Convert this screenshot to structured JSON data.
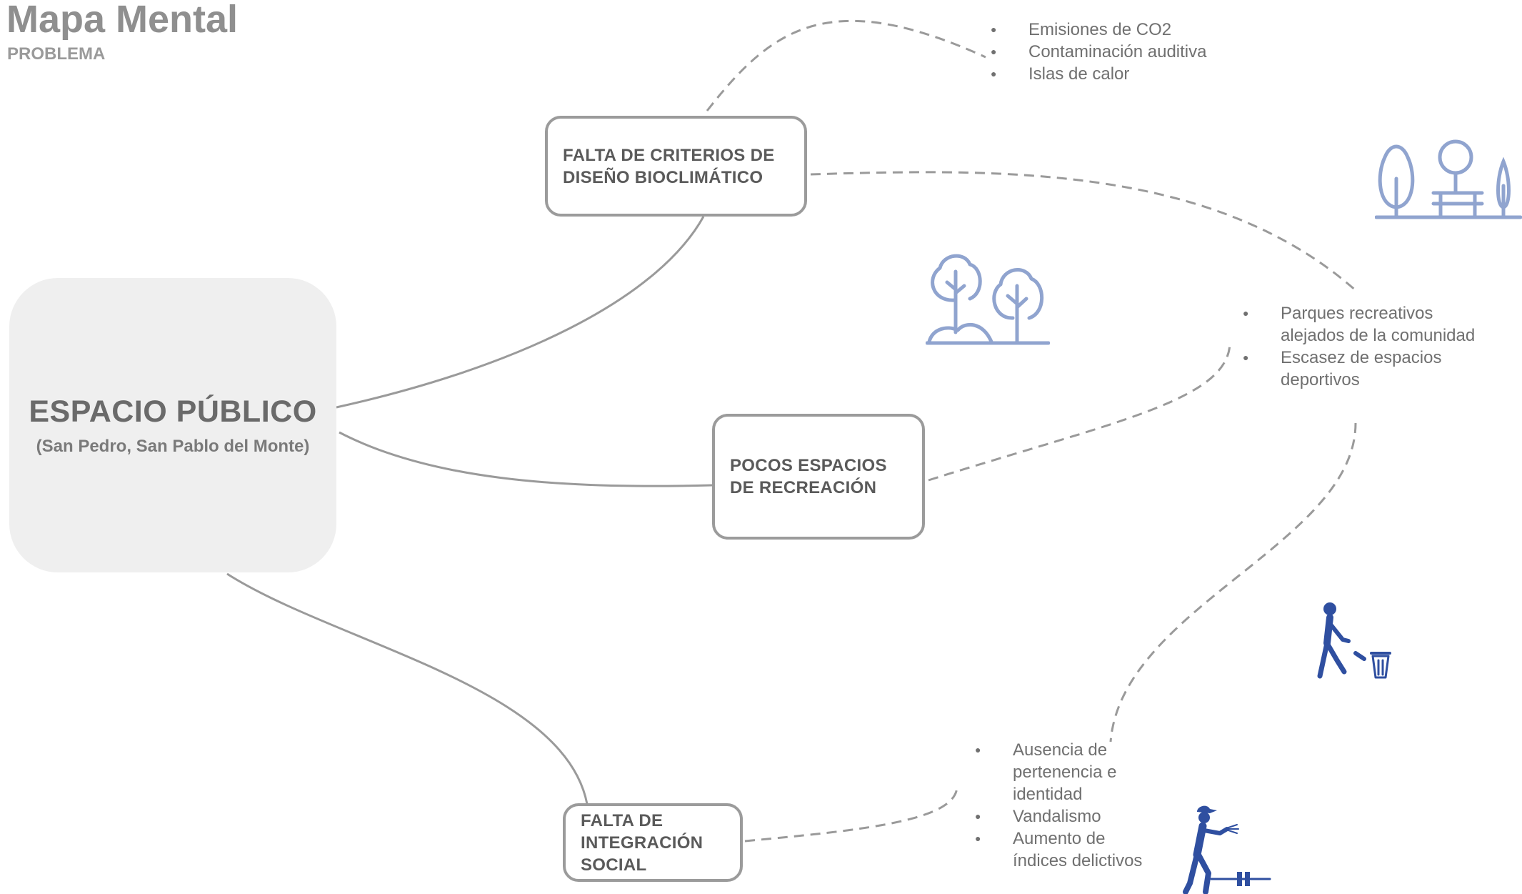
{
  "header": {
    "title": "Mapa Mental",
    "subtitle": "PROBLEMA"
  },
  "central": {
    "title": "ESPACIO PÚBLICO",
    "subtitle": "(San Pedro, San Pablo del Monte)"
  },
  "nodes": {
    "bioclimatic": "FALTA DE CRITERIOS DE\nDISEÑO  BIOCLIMÁTICO",
    "recreation": "POCOS ESPACIOS\nDE RECREACIÓN",
    "social": "FALTA DE\nINTEGRACIÓN\nSOCIAL"
  },
  "bullets": {
    "bioclimatic": [
      "Emisiones de CO2",
      "Contaminación auditiva",
      "Islas de calor"
    ],
    "recreation": [
      "Parques recreativos\nalejados de la comunidad",
      "Escasez de espacios\ndeportivos"
    ],
    "social": [
      "Ausencia de\npertenencia e\nidentidad",
      "Vandalismo",
      "Aumento  de\níndices delictivos"
    ]
  },
  "colors": {
    "icon_blue_light": "#90a4cf",
    "icon_blue_dark": "#2f4fa0",
    "connector_gray": "#9a9a9a"
  },
  "icons": [
    "park-trees-bench-icon",
    "two-trees-icon",
    "person-littering-icon",
    "vandal-graffiti-icon"
  ]
}
